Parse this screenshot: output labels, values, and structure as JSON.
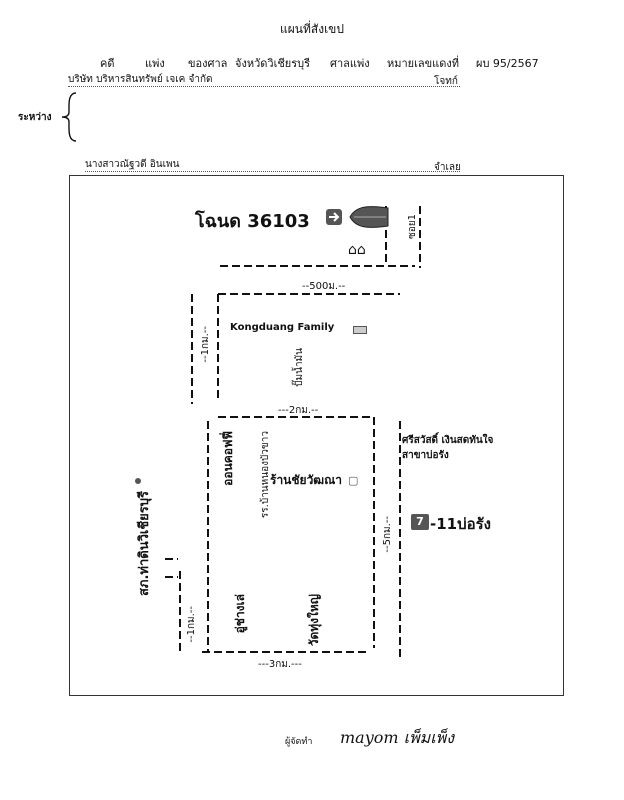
{
  "header": {
    "title": "แผนที่สังเขป",
    "case_label": "คดี",
    "case_type": "แพ่ง",
    "court_of": "ของศาล",
    "court_province": "จังหวัดวิเชียรบุรี",
    "court_kind": "ศาลแพ่ง",
    "red_number_label": "หมายเลขแดงที่",
    "red_number": "ผบ 95/2567",
    "plaintiff_name": "บริษัท   บริหารสินทรัพย์  เจเค   จำกัด",
    "plaintiff_role": "โจทก์",
    "between_label": "ระหว่าง",
    "defendant_name": "นางสาวณัฐวดี   อินเพน",
    "defendant_role": "จำเลย"
  },
  "map": {
    "deed": "โฉนด 36103",
    "soi": "ซอย1",
    "dist_500m": "--500ม.--",
    "dist_1km_top": "--1กม.--",
    "kongduang": "Kongduang Family",
    "pump": "ปั๊มน้ำมัน",
    "dist_2km": "---2กม.--",
    "onkhoffee": "ออนคอฟฟี่",
    "school": "รร.บ้านหนองบัวขาว",
    "shop": "ร้านชัยวัฒณา",
    "srisawat_1": "ศรีสวัสดิ์ เงินสดทันใจ",
    "srisawat_2": "สาขาบ่อรัง",
    "seven_eleven": "-11บ่อรัง",
    "seven_badge": "7",
    "dist_5km": "--5กม.--",
    "police": "สภ.ท่าดินวิเชียรบุรี",
    "dist_1km_bottom": "--1กม.--",
    "garage": "อู่ช่างเล่",
    "temple": "วัดทุ่งใหญ่",
    "dist_3km": "---3กม.---"
  },
  "footer": {
    "made_by_label": "ผู้จัดทำ",
    "signature": "mayom  เพ็มเพ็ง"
  }
}
